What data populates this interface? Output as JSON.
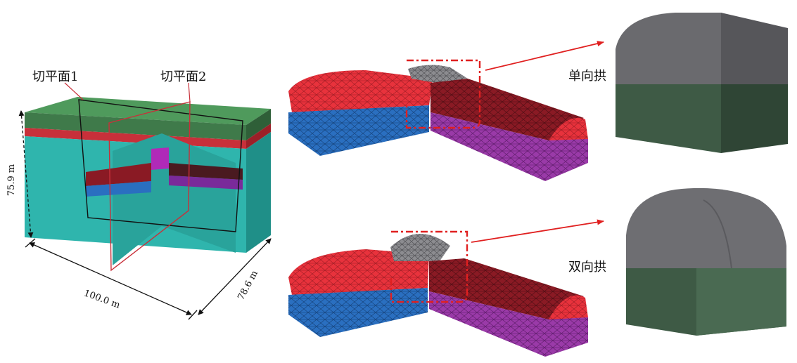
{
  "labels": {
    "cut_plane_1": "切平面1",
    "cut_plane_2": "切平面2",
    "height_dim": "75.9 m",
    "length_dim": "100.0 m",
    "width_dim": "78.6 m",
    "single_arch": "单向拱",
    "double_arch": "双向拱"
  },
  "colors": {
    "soil_cyan": "#2fb5ad",
    "top_green": "#3f7a4a",
    "red_layer": "#c8303a",
    "mesh_red": "#e8323c",
    "mesh_darkred": "#8a1a24",
    "mesh_blue": "#2a6fc0",
    "mesh_purple": "#9a3aa8",
    "mesh_grey": "#8c8c90",
    "closeup_grey": "#66666a",
    "closeup_green": "#3e5a45",
    "callout_red": "#e02020"
  }
}
